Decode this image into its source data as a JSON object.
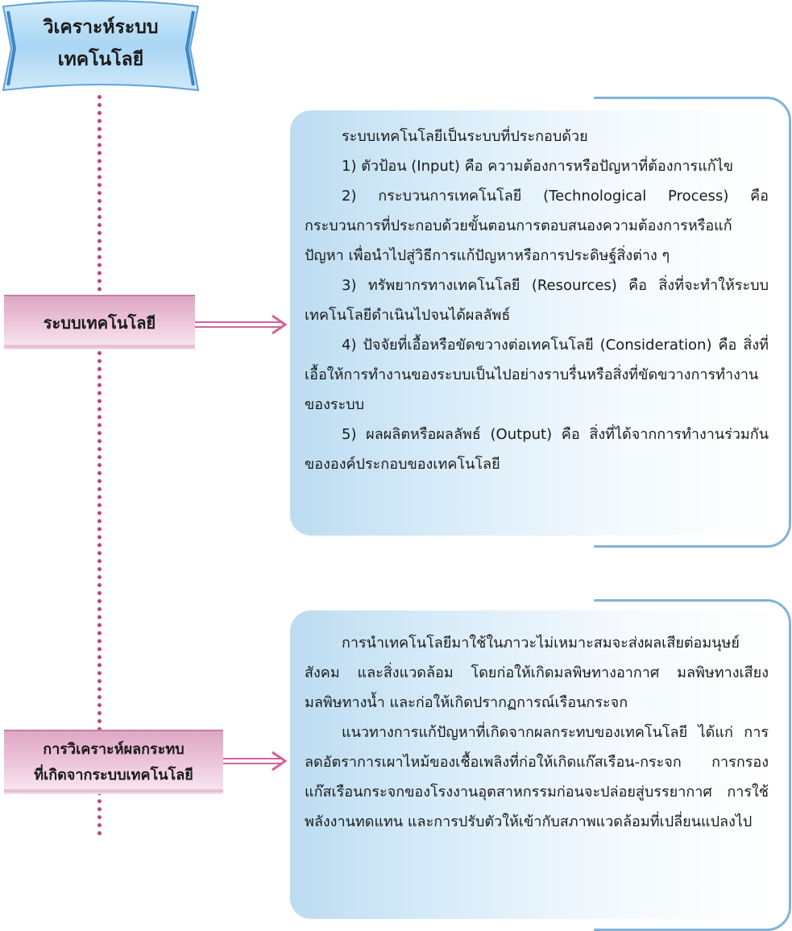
{
  "title": {
    "line1": "วิเคราะห์ระบบ",
    "line2": "เทคโนโลยี"
  },
  "labels": {
    "system": "ระบบเทคโนโลยี",
    "impact_line1": "การวิเคราะห์ผลกระทบ",
    "impact_line2": "ที่เกิดจากระบบเทคโนโลยี"
  },
  "system_box": {
    "intro": "ระบบเทคโนโลยีเป็นระบบที่ประกอบด้วย",
    "items": [
      "1) ตัวป้อน (Input) คือ ความต้องการหรือปัญหาที่ต้องการแก้ไข",
      "2) กระบวนการเทคโนโลยี (Technological Process) คือ กระบวนการที่ประกอบด้วยขั้นตอนการตอบสนองความต้องการหรือแก้ปัญหา เพื่อนำไปสู่วิธีการแก้ปัญหาหรือการประดิษฐ์สิ่งต่าง ๆ",
      "3) ทรัพยากรทางเทคโนโลยี (Resources) คือ สิ่งที่จะทำให้ระบบเทคโนโลยีดำเนินไปจนได้ผลลัพธ์",
      "4) ปัจจัยที่เอื้อหรือขัดขวางต่อเทคโนโลยี (Consideration) คือ สิ่งที่เอื้อให้การทำงานของระบบเป็นไปอย่างราบรื่นหรือสิ่งที่ขัดขวางการทำงานของระบบ",
      "5) ผลผลิตหรือผลลัพธ์ (Output) คือ สิ่งที่ได้จากการทำงานร่วมกันขององค์ประกอบของเทคโนโลยี"
    ]
  },
  "impact_box": {
    "paragraphs": [
      "การนำเทคโนโลยีมาใช้ในภาวะไม่เหมาะสมจะส่งผลเสียต่อมนุษย์ สังคม และสิ่งแวดล้อม โดยก่อให้เกิดมลพิษทางอากาศ มลพิษทางเสียง มลพิษทางน้ำ และก่อให้เกิดปรากฏการณ์เรือนกระจก",
      "แนวทางการแก้ปัญหาที่เกิดจากผลกระทบของเทคโนโลยี ได้แก่ การลดอัตราการเผาไหม้ของเชื้อเพลิงที่ก่อให้เกิดแก๊สเรือน-กระจก การกรองแก๊สเรือนกระจกของโรงงานอุตสาหกรรมก่อนจะปล่อยสู่บรรยากาศ การใช้พลังงานทดแทน และการปรับตัวให้เข้ากับสภาพแวดล้อมที่เปลี่ยนแปลงไป"
    ]
  },
  "colors": {
    "ribbon": "#a9d6f3",
    "ribbon_edge": "#5fa3d6",
    "spine": "#c0437d",
    "label_fill": "#eac0d6",
    "arrow": "#d0639a",
    "box_fill": "#d7ebf8",
    "box_border": "#7fb3d9"
  }
}
